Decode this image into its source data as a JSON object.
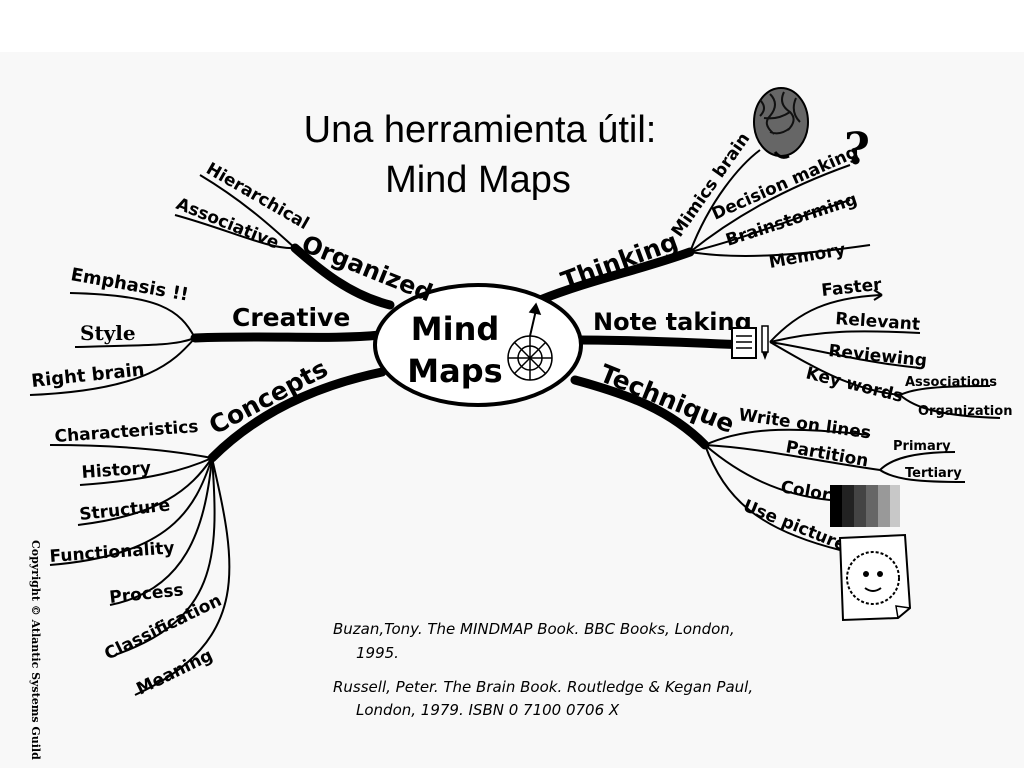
{
  "title": {
    "line1": "Una herramienta útil:",
    "line2": "Mind Maps"
  },
  "center": {
    "line1": "Mind",
    "line2": "Maps"
  },
  "branches": {
    "organized": {
      "label": "Organized",
      "children": [
        "Hierarchical",
        "Associative"
      ]
    },
    "creative": {
      "label": "Creative",
      "children": [
        "Emphasis !!",
        "Style",
        "Right brain"
      ]
    },
    "concepts": {
      "label": "Concepts",
      "children": [
        "Characteristics",
        "History",
        "Structure",
        "Functionality",
        "Process",
        "Classification",
        "Meaning"
      ]
    },
    "thinking": {
      "label": "Thinking",
      "children": [
        "Mimics brain",
        "Decision making",
        "Brainstorming",
        "Memory"
      ]
    },
    "note_taking": {
      "label": "Note taking",
      "children": [
        "Faster",
        "Relevant",
        "Reviewing",
        "Key words"
      ],
      "sub": [
        "Associations",
        "Organization"
      ]
    },
    "technique": {
      "label": "Technique",
      "children": [
        "Write on lines",
        "Partition",
        "Color",
        "Use pictures"
      ],
      "sub": [
        "Primary",
        "Tertiary"
      ]
    }
  },
  "references": [
    {
      "line1": "Buzan,Tony. The MINDMAP Book. BBC Books, London,",
      "line2": "1995."
    },
    {
      "line1": "Russell, Peter. The Brain Book. Routledge & Kegan Paul,",
      "line2": "London, 1979. ISBN 0 7100 0706 X"
    }
  ],
  "copyright": "Copyright © Atlantic Systems Guild",
  "question_mark": "?",
  "icons": [
    "brain-icon",
    "compass-icon",
    "notepad-icon",
    "pencil-icon",
    "color-swatch-icon",
    "face-picture-icon"
  ]
}
